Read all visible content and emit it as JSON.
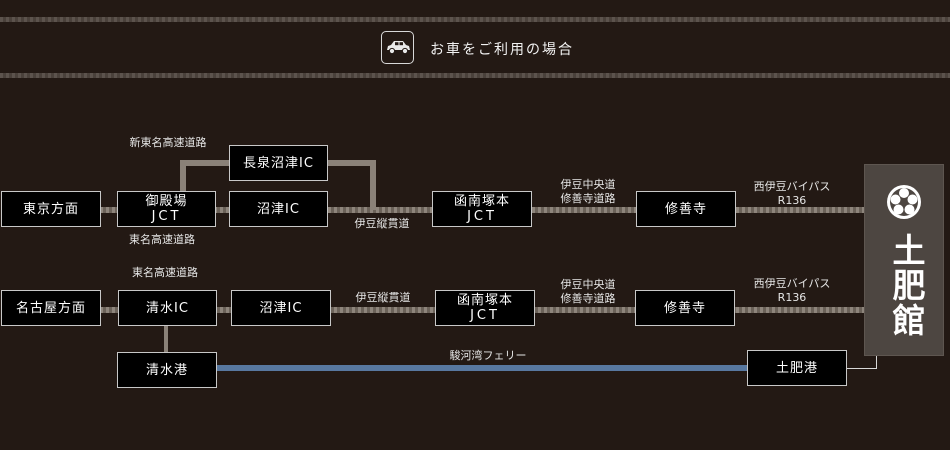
{
  "header": {
    "title": "お車をご利用の場合",
    "icon": "car-icon"
  },
  "route1": {
    "start": "東京方面",
    "gotemba_line1": "御殿場",
    "gotemba_line2": "JCT",
    "numazu_ic": "沼津IC",
    "nagaizumi_ic": "長泉沼津IC",
    "kannami_line1": "函南塚本",
    "kannami_line2": "JCT",
    "shuzenji": "修善寺",
    "label_shintomei": "新東名高速道路",
    "label_tomei": "東名高速道路",
    "label_izu_jukan": "伊豆縦貫道",
    "label_izu_chuo_1": "伊豆中央道",
    "label_izu_chuo_2": "修善寺道路",
    "label_nishiizu_1": "西伊豆バイパス",
    "label_nishiizu_2": "R136"
  },
  "route2": {
    "start": "名古屋方面",
    "shimizu_ic": "清水IC",
    "numazu_ic": "沼津IC",
    "kannami_line1": "函南塚本",
    "kannami_line2": "JCT",
    "shuzenji": "修善寺",
    "label_tomei": "東名高速道路",
    "label_izu_jukan": "伊豆縦貫道",
    "label_izu_chuo_1": "伊豆中央道",
    "label_izu_chuo_2": "修善寺道路",
    "label_nishiizu_1": "西伊豆バイパス",
    "label_nishiizu_2": "R136"
  },
  "ferry": {
    "from": "清水港",
    "to": "土肥港",
    "label": "駿河湾フェリー"
  },
  "destination": {
    "name": "土肥館",
    "crest_icon": "family-crest-icon"
  },
  "colors": {
    "background": "#231914",
    "ferry_line": "#5878a0",
    "road": "#8e857c",
    "badge": "#4d4641"
  }
}
